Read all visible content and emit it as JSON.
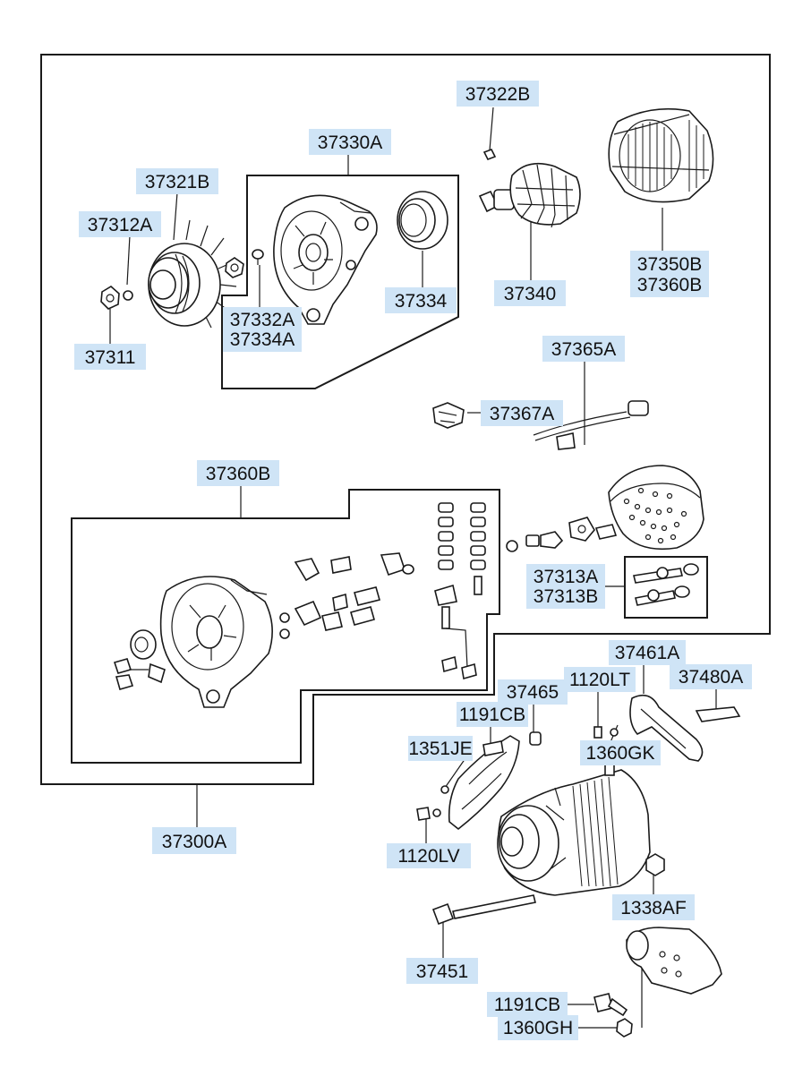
{
  "diagram": {
    "accent_color": "#cfe4f6",
    "line_color": "#1a1a1a",
    "labels": {
      "l37322B": "37322B",
      "l37330A": "37330A",
      "l37321B": "37321B",
      "l37312A": "37312A",
      "l37334": "37334",
      "l37340": "37340",
      "l37350B": "37350B",
      "l37360B_a": "37360B",
      "l37332A": "37332A",
      "l37334A": "37334A",
      "l37311": "37311",
      "l37365A": "37365A",
      "l37367A": "37367A",
      "l37360B_b": "37360B",
      "l37313A": "37313A",
      "l37313B": "37313B",
      "l37461A": "37461A",
      "l1120LT": "1120LT",
      "l37480A": "37480A",
      "l37465": "37465",
      "l1191CB_a": "1191CB",
      "l1360GK": "1360GK",
      "l1351JE": "1351JE",
      "l37300A": "37300A",
      "l1120LV": "1120LV",
      "l1338AF": "1338AF",
      "l37451": "37451",
      "l1191CB_b": "1191CB",
      "l1360GH": "1360GH"
    },
    "icons": [
      "pulley",
      "front-housing",
      "oil-seal",
      "rotor",
      "stator",
      "rear-housing",
      "rear-cover",
      "brush-holder",
      "wire-harness",
      "adjusting-bracket",
      "alternator-assembly",
      "mounting-bracket",
      "long-bolt",
      "bolts",
      "nuts",
      "washers"
    ]
  }
}
